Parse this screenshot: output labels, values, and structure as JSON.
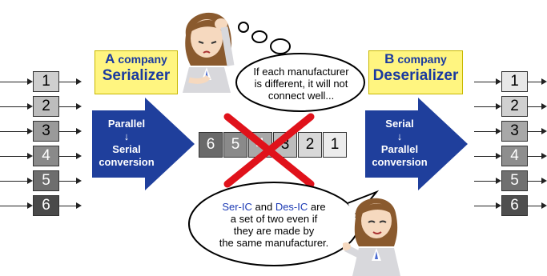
{
  "left_channels": [
    {
      "label": "1",
      "bg": "#cfcfcf",
      "fg": "#000000"
    },
    {
      "label": "2",
      "bg": "#bdbdbd",
      "fg": "#000000"
    },
    {
      "label": "3",
      "bg": "#9a9a9a",
      "fg": "#000000"
    },
    {
      "label": "4",
      "bg": "#8a8a8a",
      "fg": "#ffffff"
    },
    {
      "label": "5",
      "bg": "#6e6e6e",
      "fg": "#ffffff"
    },
    {
      "label": "6",
      "bg": "#4a4a4a",
      "fg": "#ffffff"
    }
  ],
  "right_channels": [
    {
      "label": "1",
      "bg": "#e8e8e8",
      "fg": "#000000"
    },
    {
      "label": "2",
      "bg": "#d0d0d0",
      "fg": "#000000"
    },
    {
      "label": "3",
      "bg": "#a8a8a8",
      "fg": "#000000"
    },
    {
      "label": "4",
      "bg": "#8e8e8e",
      "fg": "#ffffff"
    },
    {
      "label": "5",
      "bg": "#707070",
      "fg": "#ffffff"
    },
    {
      "label": "6",
      "bg": "#4e4e4e",
      "fg": "#ffffff"
    }
  ],
  "serial_stream": [
    {
      "label": "6",
      "bg": "#6a6a6a",
      "fg": "#ffffff"
    },
    {
      "label": "5",
      "bg": "#8a8a8a",
      "fg": "#ffffff"
    },
    {
      "label": "4",
      "bg": "#a8a8a8",
      "fg": "#ffffff"
    },
    {
      "label": "3",
      "bg": "#bdbdbd",
      "fg": "#000000"
    },
    {
      "label": "2",
      "bg": "#d8d8d8",
      "fg": "#000000"
    },
    {
      "label": "1",
      "bg": "#ececec",
      "fg": "#000000"
    }
  ],
  "serializer": {
    "letter": "A",
    "company": "company",
    "name": "Serializer",
    "arrow_lines": [
      "Parallel",
      "↓",
      "Serial",
      "conversion"
    ]
  },
  "deserializer": {
    "letter": "B",
    "company": "company",
    "name": "Deserializer",
    "arrow_lines": [
      "Serial",
      "↓",
      "Parallel",
      "conversion"
    ]
  },
  "thought_bubble": {
    "lines": [
      "If each manufacturer",
      "is different, it will not",
      "connect well..."
    ]
  },
  "speech_bubble": {
    "line1_a": "Ser-IC",
    "line1_b": " and ",
    "line1_c": "Des-IC",
    "line1_d": " are",
    "line2": "a set of two even if",
    "line3": "they are made by",
    "line4": "the same manufacturer."
  },
  "colors": {
    "arrow_blue": "#1f3f9c",
    "label_yellow": "#fff580",
    "label_text": "#1a3aa0",
    "cross_red": "#e0121b"
  }
}
